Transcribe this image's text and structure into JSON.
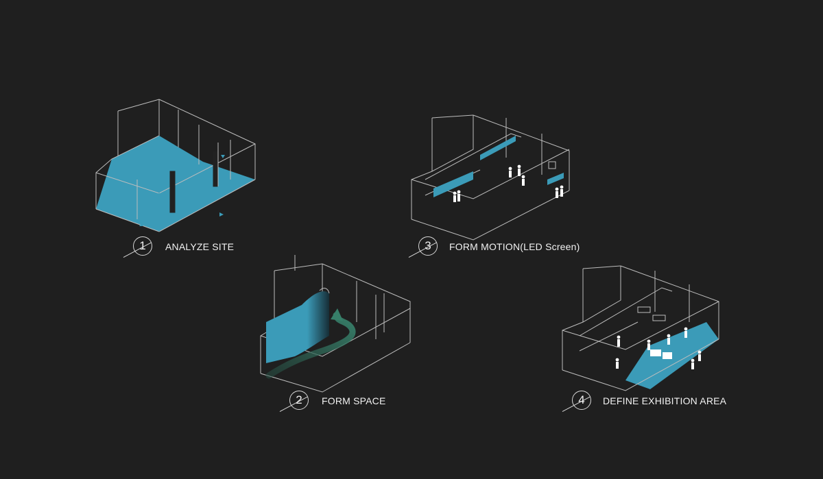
{
  "steps": [
    {
      "number": "1",
      "title": "ANALYZE SITE"
    },
    {
      "number": "2",
      "title": "FORM SPACE"
    },
    {
      "number": "3",
      "title": "FORM MOTION(LED Screen)"
    },
    {
      "number": "4",
      "title": "DEFINE EXHIBITION AREA"
    }
  ],
  "colors": {
    "background": "#1f1f1f",
    "accent": "#3fa9c9",
    "line": "#cfcfcf",
    "path": "#2f6f5f"
  }
}
